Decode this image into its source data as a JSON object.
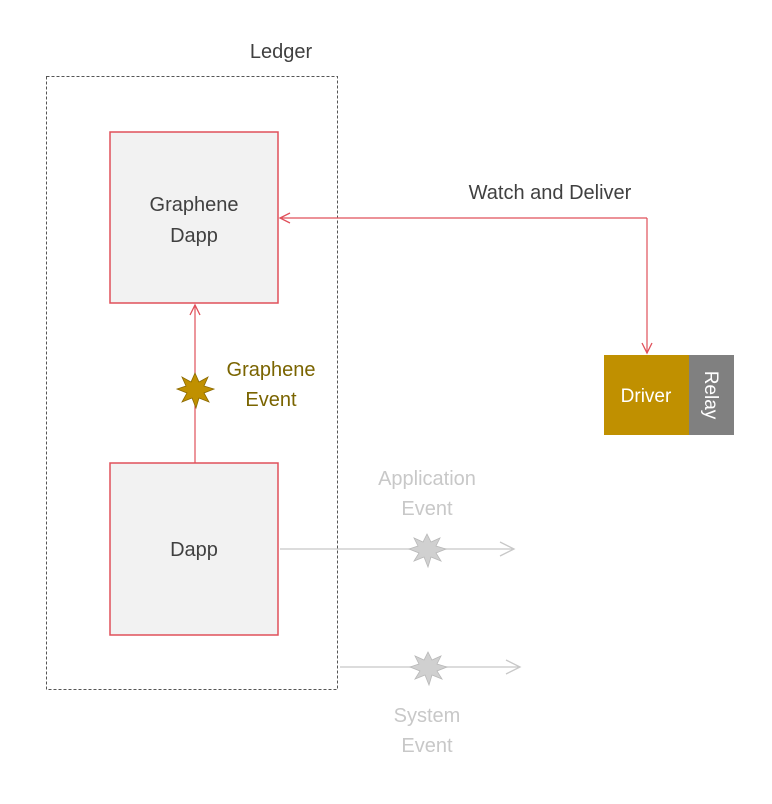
{
  "ledger": {
    "label": "Ledger"
  },
  "graphene_dapp": {
    "line1": "Graphene",
    "line2": "Dapp"
  },
  "dapp": {
    "label": "Dapp"
  },
  "graphene_event": {
    "line1": "Graphene",
    "line2": "Event"
  },
  "watch_and_deliver": {
    "label": "Watch and Deliver"
  },
  "driver": {
    "label": "Driver"
  },
  "relay": {
    "label": "Relay"
  },
  "application_event": {
    "line1": "Application",
    "line2": "Event"
  },
  "system_event": {
    "line1": "System",
    "line2": "Event"
  },
  "colors": {
    "box_border": "#e0505a",
    "box_fill": "#f2f2f2",
    "arrow": "#e0505a",
    "graphene_event_text": "#7a6400",
    "starburst_gold": "#c09000",
    "driver_fill": "#c09000",
    "relay_fill": "#808080",
    "faded": "#c8c8c8",
    "text": "#404040"
  }
}
